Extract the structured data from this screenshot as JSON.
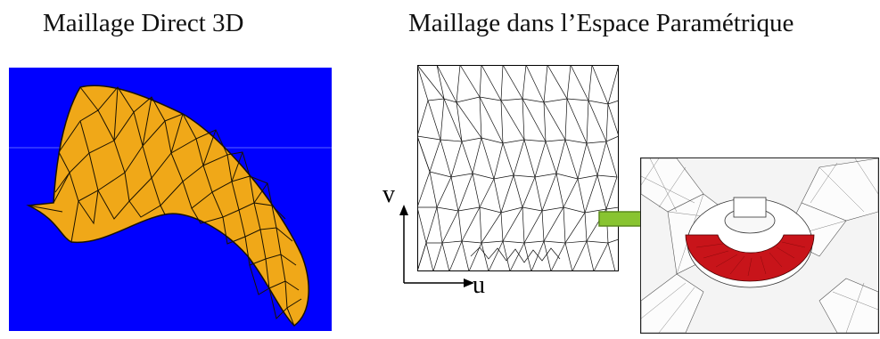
{
  "titles": {
    "left": "Maillage Direct 3D",
    "right": "Maillage dans l’Espace Paramétrique"
  },
  "axes": {
    "v": "v",
    "u": "u"
  },
  "colors": {
    "background_left": "#0000ff",
    "surface_fill": "#f0a818",
    "mesh_line": "#1a1200",
    "arrow_green": "#88c430",
    "highlight_red": "#c8141a"
  },
  "icons": {
    "arrow": "right-arrow-icon"
  }
}
